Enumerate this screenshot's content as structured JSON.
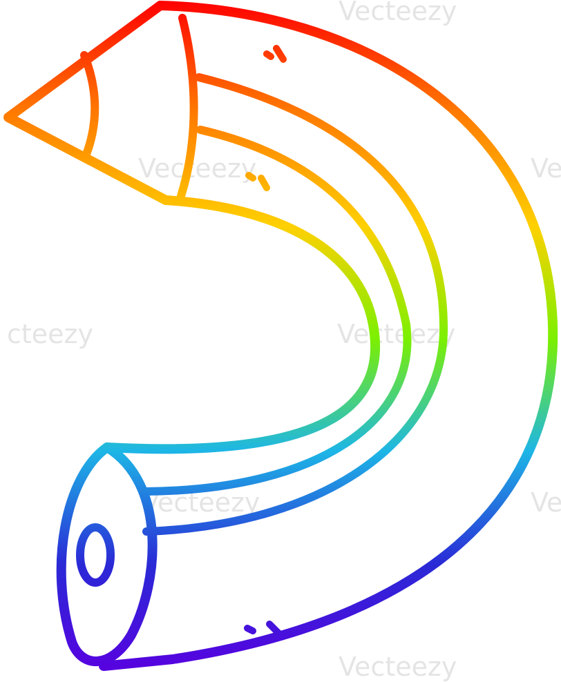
{
  "illustration": {
    "subject": "curved-pencil-cartoon",
    "gradient_stops": [
      "#ff0000",
      "#ff7a00",
      "#ffd000",
      "#7cf000",
      "#1db6e6",
      "#2a2ad6",
      "#5a00e0"
    ]
  },
  "watermark": {
    "text_full": "Vecteezy",
    "text_partial_left": "cteezy",
    "text_partial_right": "Ve"
  }
}
